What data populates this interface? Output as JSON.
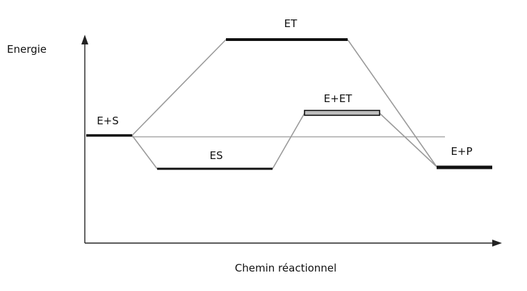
{
  "axes": {
    "y_label": "Energie",
    "x_label": "Chemin réactionnel"
  },
  "states": {
    "es_start": "E+S",
    "et": "ET",
    "es_complex": "ES",
    "eet": "E+ET",
    "ep": "E+P"
  },
  "colors": {
    "axis": "#222222",
    "level": "#111111",
    "connector": "#9a9a9a",
    "reference": "#aaaaaa"
  }
}
